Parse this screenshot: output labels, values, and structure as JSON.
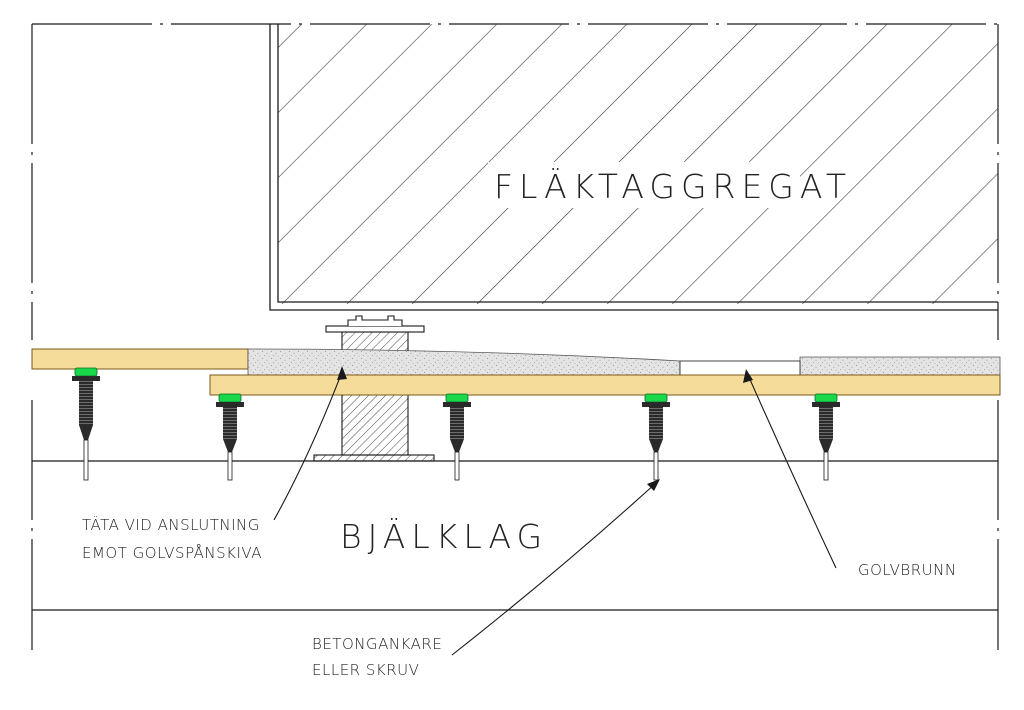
{
  "labels": {
    "unit": "FLÄKTAGGREGAT",
    "slab": "BJÄLKLAG",
    "seal_line1": "TÄTA VID ANSLUTNING",
    "seal_line2": "EMOT GOLVSPÅNSKIVA",
    "drain": "GOLVBRUNN",
    "anchor_line1": "BETONGANKARE",
    "anchor_line2": "ELLER SKRUV"
  },
  "colors": {
    "line": "#1a1a1a",
    "board": "#f6dc9a",
    "board_edge": "#7a5a1a",
    "screed": "#e4e4e4",
    "screed_dot": "#8c8c8c",
    "hatch": "#3a3a3a",
    "leveler_pad": "#19d84a",
    "threaded_rod": "#2a2a2a"
  }
}
